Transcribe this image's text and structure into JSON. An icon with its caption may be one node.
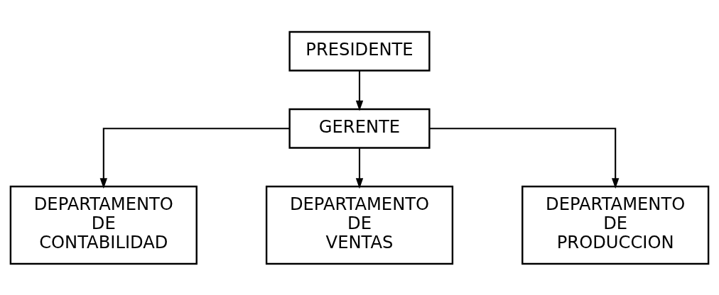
{
  "diagram": {
    "nodes": [
      {
        "text": [
          "PRESIDENTE"
        ]
      },
      {
        "text": [
          "GERENTE"
        ]
      },
      {
        "text": [
          "DEPARTAMENTO DE CONTABILIDAD"
        ]
      },
      {
        "text": [
          "DEPARTAMENTO DE VENTAS"
        ]
      },
      {
        "text": [
          "DEPARTAMENTO DE PRODUCCION"
        ]
      }
    ],
    "edges": [
      {
        "from": 0,
        "to": 1,
        "arrow": "to"
      },
      {
        "from": 1,
        "to": 2,
        "arrow": "to"
      },
      {
        "from": 1,
        "to": 3,
        "arrow": "to"
      },
      {
        "from": 1,
        "to": 4,
        "arrow": "to"
      }
    ]
  }
}
